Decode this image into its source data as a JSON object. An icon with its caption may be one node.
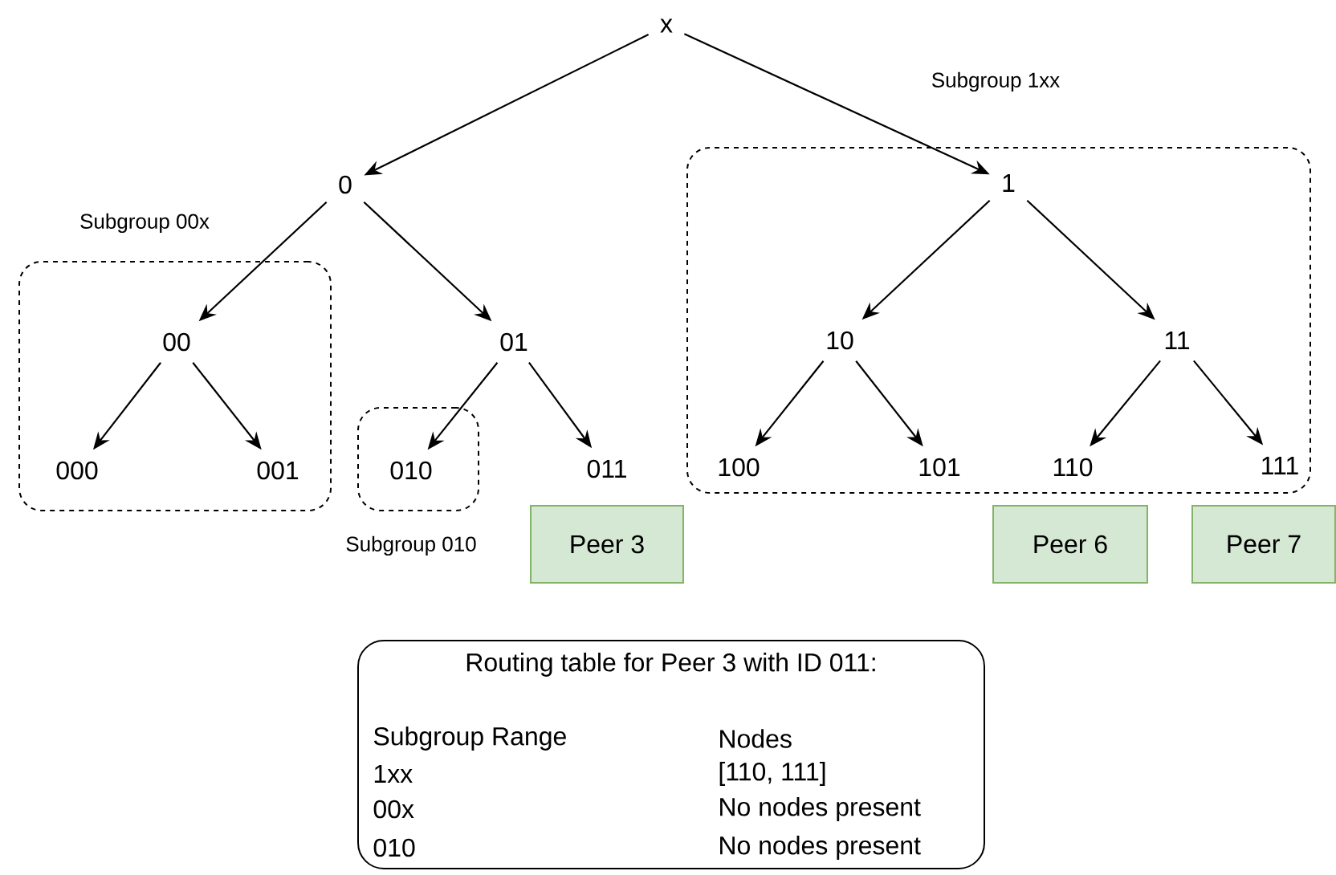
{
  "diagram": {
    "nodes": [
      {
        "text": [
          "x"
        ]
      },
      {
        "text": [
          "0"
        ]
      },
      {
        "text": [
          "Subgroup 1xx"
        ]
      },
      {
        "text": [
          "1"
        ],
        "in": 2
      },
      {
        "text": [
          "Subgroup 00x"
        ]
      },
      {
        "text": [
          "00"
        ],
        "in": 4
      },
      {
        "text": [
          "01"
        ]
      },
      {
        "text": [
          "10"
        ],
        "in": 2
      },
      {
        "text": [
          "11"
        ],
        "in": 2
      },
      {
        "text": [
          "000"
        ],
        "in": 4
      },
      {
        "text": [
          "001"
        ],
        "in": 4
      },
      {
        "text": [
          "Subgroup 010"
        ]
      },
      {
        "text": [
          "010"
        ],
        "in": 11
      },
      {
        "text": [
          "011"
        ]
      },
      {
        "text": [
          "100"
        ],
        "in": 2
      },
      {
        "text": [
          "101"
        ],
        "in": 2
      },
      {
        "text": [
          "110"
        ],
        "in": 2
      },
      {
        "text": [
          "111"
        ],
        "in": 2
      },
      {
        "text": [
          "Peer 3"
        ]
      },
      {
        "text": [
          "Peer 6"
        ]
      },
      {
        "text": [
          "Peer 7"
        ]
      },
      {
        "text": [
          "Routing table for Peer 3 with ID 011:",
          "Subgroup Range",
          "Nodes",
          "1xx",
          "[110, 111]",
          "00x",
          "No nodes present",
          "010",
          "No nodes present"
        ]
      }
    ],
    "edges": [
      {
        "from": 0,
        "to": 1,
        "arrow": "to"
      },
      {
        "from": 0,
        "to": 3,
        "arrow": "to"
      },
      {
        "from": 1,
        "to": 5,
        "arrow": "to"
      },
      {
        "from": 1,
        "to": 6,
        "arrow": "to"
      },
      {
        "from": 3,
        "to": 7,
        "arrow": "to"
      },
      {
        "from": 3,
        "to": 8,
        "arrow": "to"
      },
      {
        "from": 5,
        "to": 9,
        "arrow": "to"
      },
      {
        "from": 5,
        "to": 10,
        "arrow": "to"
      },
      {
        "from": 6,
        "to": 12,
        "arrow": "to"
      },
      {
        "from": 6,
        "to": 13,
        "arrow": "to"
      },
      {
        "from": 7,
        "to": 14,
        "arrow": "to"
      },
      {
        "from": 7,
        "to": 15,
        "arrow": "to"
      },
      {
        "from": 8,
        "to": 16,
        "arrow": "to"
      },
      {
        "from": 8,
        "to": 17,
        "arrow": "to"
      }
    ]
  }
}
